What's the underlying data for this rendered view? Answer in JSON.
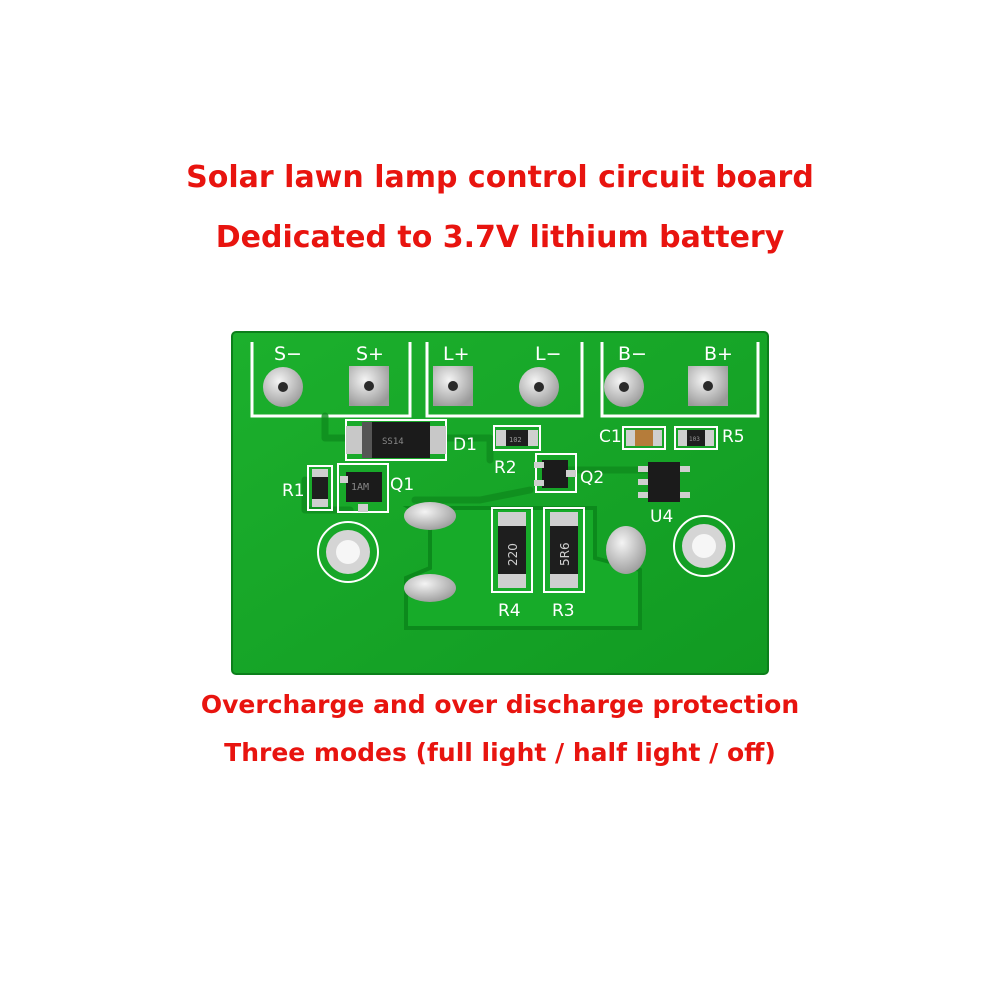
{
  "header": {
    "title": "Solar lawn lamp control circuit board",
    "subtitle": "Dedicated to 3.7V lithium battery"
  },
  "footer": {
    "line1": "Overcharge and over discharge protection",
    "line2": "Three modes (full light / half light / off)"
  },
  "board": {
    "terminals": [
      "S−",
      "S+",
      "L+",
      "L−",
      "B−",
      "B+"
    ],
    "designators": {
      "d1": "D1",
      "q1": "Q1",
      "q2": "Q2",
      "r1": "R1",
      "r2": "R2",
      "r3": "R3",
      "r4": "R4",
      "r5": "R5",
      "c1": "C1",
      "u4": "U4"
    },
    "markings": {
      "diode": "SS14",
      "q1": "1AM",
      "r4": "220",
      "r3": "5R6",
      "r2": "102",
      "r5": "103"
    },
    "colors": {
      "board": "#15a326",
      "silkscreen": "#ffffff",
      "pad": "#d8d8d8",
      "caption": "#e8140f"
    }
  }
}
